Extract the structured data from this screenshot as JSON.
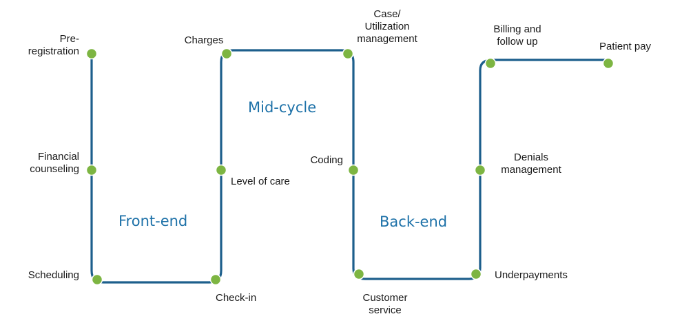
{
  "colors": {
    "path": "#1d5f8c",
    "node": "#7db542",
    "node_border": "#ffffff",
    "phase_text": "#1d71a8",
    "label_text": "#1a1a1a"
  },
  "phases": {
    "front_end": "Front-end",
    "mid_cycle": "Mid-cycle",
    "back_end": "Back-end"
  },
  "steps": {
    "pre_registration": "Pre-\nregistration",
    "financial_counseling": "Financial\ncounseling",
    "scheduling": "Scheduling",
    "check_in": "Check-in",
    "level_of_care": "Level of care",
    "charges": "Charges",
    "case_utilization_management": "Case/\nUtilization\nmanagement",
    "coding": "Coding",
    "customer_service": "Customer\nservice",
    "underpayments": "Underpayments",
    "denials_management": "Denials\nmanagement",
    "billing_and_follow_up": "Billing and\nfollow up",
    "patient_pay": "Patient pay"
  }
}
